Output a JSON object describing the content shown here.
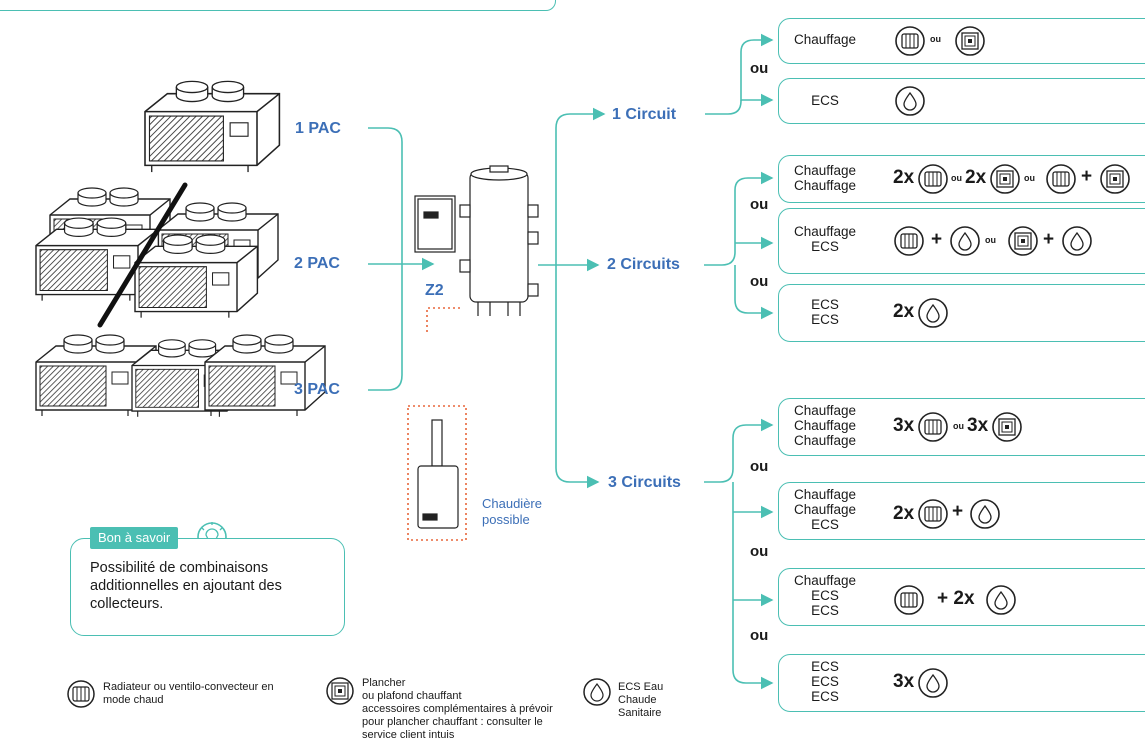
{
  "pac_labels": [
    "1 PAC",
    "2 PAC",
    "3 PAC"
  ],
  "z2_label": "Z2",
  "boiler_label": "Chaudière possible",
  "boiler_line1": "Chaudière",
  "boiler_line2": "possible",
  "circuits": [
    "1 Circuit",
    "2 Circuits",
    "3 Circuits"
  ],
  "ou": "ou",
  "zones": {
    "c1a": {
      "labels": [
        "Chauffage"
      ]
    },
    "c1b": {
      "labels": [
        "ECS"
      ]
    },
    "c2a": {
      "labels": [
        "Chauffage",
        "Chauffage"
      ],
      "prefix1": "2x",
      "prefix2": "2x",
      "plus": "+"
    },
    "c2b": {
      "labels": [
        "Chauffage",
        "ECS"
      ],
      "plus": "+"
    },
    "c2c": {
      "labels": [
        "ECS",
        "ECS"
      ],
      "prefix": "2x"
    },
    "c3a": {
      "labels": [
        "Chauffage",
        "Chauffage",
        "Chauffage"
      ],
      "prefix1": "3x",
      "prefix2": "3x"
    },
    "c3b": {
      "labels": [
        "Chauffage",
        "Chauffage",
        "ECS"
      ],
      "prefix": "2x",
      "plus": "+"
    },
    "c3c": {
      "labels": [
        "Chauffage",
        "ECS",
        "ECS"
      ],
      "mid": "+ 2x"
    },
    "c3d": {
      "labels": [
        "ECS",
        "ECS",
        "ECS"
      ],
      "prefix": "3x"
    }
  },
  "tip": {
    "badge": "Bon à savoir",
    "text": "Possibilité de combinaisons additionnelles en ajoutant des collecteurs."
  },
  "legend": {
    "radiator": "Radiateur ou ventilo-convecteur en mode chaud",
    "floor": "Plancher\nou plafond chauffant\naccessoires complémentaires à prévoir pour plancher chauffant : consulter le service client intuis",
    "ecs": "ECS Eau Chaude Sanitaire"
  },
  "colors": {
    "teal": "#4bbfb3",
    "blue": "#3c6fb7",
    "orange": "#e8663a",
    "dark": "#1a1a1a"
  }
}
